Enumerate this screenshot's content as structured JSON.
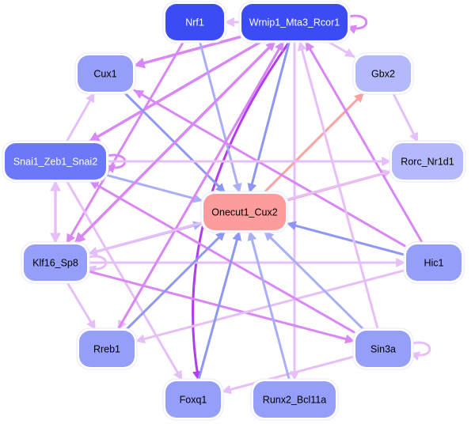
{
  "title": "Gene regulatory network",
  "colors": {
    "node_dark": "#3b4cf5",
    "node_mid": "#6b78f7",
    "node_light": "#959ef8",
    "node_lighter": "#b3b9fa",
    "node_target": "#fc9c9c",
    "edge_blue": "#8e97f5",
    "edge_blue_light": "#a9aff7",
    "edge_purple": "#d987f5",
    "edge_purple_light": "#e7bff8",
    "edge_magenta": "#b23cf0",
    "edge_red": "#f9a2a2",
    "border": "#e6e8ff"
  },
  "nodes": [
    {
      "id": "Nrf1",
      "label": "Nrf1",
      "fill": "node_dark",
      "text": "#ffffff"
    },
    {
      "id": "Wrnip1",
      "label": "Wrnip1_Mta3_Rcor1",
      "fill": "node_dark",
      "text": "#ffffff"
    },
    {
      "id": "Cux1",
      "label": "Cux1",
      "fill": "node_light",
      "text": "#000000"
    },
    {
      "id": "Gbx2",
      "label": "Gbx2",
      "fill": "node_lighter",
      "text": "#000000"
    },
    {
      "id": "Snai1",
      "label": "Snai1_Zeb1_Snai2",
      "fill": "node_mid",
      "text": "#ffffff"
    },
    {
      "id": "Rorc",
      "label": "Rorc_Nr1d1",
      "fill": "node_lighter",
      "text": "#000000"
    },
    {
      "id": "Onecut1",
      "label": "Onecut1_Cux2",
      "fill": "node_target",
      "text": "#000000"
    },
    {
      "id": "Klf16",
      "label": "Klf16_Sp8",
      "fill": "node_light",
      "text": "#000000"
    },
    {
      "id": "Hic1",
      "label": "Hic1",
      "fill": "node_light",
      "text": "#000000"
    },
    {
      "id": "Rreb1",
      "label": "Rreb1",
      "fill": "node_light",
      "text": "#000000"
    },
    {
      "id": "Sin3a",
      "label": "Sin3a",
      "fill": "node_light",
      "text": "#000000"
    },
    {
      "id": "Foxq1",
      "label": "Foxq1",
      "fill": "node_light",
      "text": "#000000"
    },
    {
      "id": "Runx2",
      "label": "Runx2_Bcl11a",
      "fill": "node_light",
      "text": "#000000"
    }
  ],
  "edges": [
    {
      "from": "Wrnip1",
      "to": "Nrf1",
      "color": "edge_purple_light",
      "weight": 3
    },
    {
      "from": "Wrnip1",
      "to": "Wrnip1",
      "color": "edge_purple",
      "weight": 3,
      "self": true
    },
    {
      "from": "Wrnip1",
      "to": "Cux1",
      "color": "edge_purple",
      "weight": 3.5
    },
    {
      "from": "Wrnip1",
      "to": "Gbx2",
      "color": "edge_purple_light",
      "weight": 3
    },
    {
      "from": "Wrnip1",
      "to": "Snai1",
      "color": "edge_purple",
      "weight": 3.5
    },
    {
      "from": "Wrnip1",
      "to": "Klf16",
      "color": "edge_purple",
      "weight": 3.5
    },
    {
      "from": "Wrnip1",
      "to": "Rreb1",
      "color": "edge_purple_light",
      "weight": 3
    },
    {
      "from": "Wrnip1",
      "to": "Foxq1",
      "color": "edge_magenta",
      "weight": 3
    },
    {
      "from": "Wrnip1",
      "to": "Runx2",
      "color": "edge_purple_light",
      "weight": 3
    },
    {
      "from": "Wrnip1",
      "to": "Onecut1",
      "color": "edge_blue",
      "weight": 3
    },
    {
      "from": "Nrf1",
      "to": "Onecut1",
      "color": "edge_blue_light",
      "weight": 3
    },
    {
      "from": "Nrf1",
      "to": "Klf16",
      "color": "edge_purple",
      "weight": 3
    },
    {
      "from": "Cux1",
      "to": "Onecut1",
      "color": "edge_blue",
      "weight": 3
    },
    {
      "from": "Gbx2",
      "to": "Rorc",
      "color": "edge_purple_light",
      "weight": 3
    },
    {
      "from": "Snai1",
      "to": "Snai1",
      "color": "edge_purple",
      "weight": 3,
      "self": true
    },
    {
      "from": "Snai1",
      "to": "Cux1",
      "color": "edge_purple_light",
      "weight": 3
    },
    {
      "from": "Snai1",
      "to": "Onecut1",
      "color": "edge_blue_light",
      "weight": 3
    },
    {
      "from": "Snai1",
      "to": "Klf16",
      "color": "edge_purple_light",
      "weight": 3.5,
      "bidir": true
    },
    {
      "from": "Snai1",
      "to": "Foxq1",
      "color": "edge_purple_light",
      "weight": 3
    },
    {
      "from": "Onecut1",
      "to": "Gbx2",
      "color": "edge_red",
      "weight": 3
    },
    {
      "from": "Onecut1",
      "to": "Rorc",
      "color": "edge_red",
      "weight": 3
    },
    {
      "from": "Klf16",
      "to": "Klf16",
      "color": "edge_purple_light",
      "weight": 3,
      "self": true
    },
    {
      "from": "Klf16",
      "to": "Onecut1",
      "color": "edge_blue_light",
      "weight": 3
    },
    {
      "from": "Klf16",
      "to": "Rorc",
      "color": "edge_purple_light",
      "weight": 3
    },
    {
      "from": "Klf16",
      "to": "Hic1",
      "color": "edge_purple_light",
      "weight": 3
    },
    {
      "from": "Klf16",
      "to": "Sin3a",
      "color": "edge_purple",
      "weight": 3
    },
    {
      "from": "Klf16",
      "to": "Rreb1",
      "color": "edge_purple_light",
      "weight": 3
    },
    {
      "from": "Hic1",
      "to": "Onecut1",
      "color": "edge_blue",
      "weight": 3
    },
    {
      "from": "Hic1",
      "to": "Wrnip1",
      "color": "edge_purple",
      "weight": 3
    },
    {
      "from": "Hic1",
      "to": "Cux1",
      "color": "edge_purple",
      "weight": 3
    },
    {
      "from": "Hic1",
      "to": "Rreb1",
      "color": "edge_purple_light",
      "weight": 3
    },
    {
      "from": "Sin3a",
      "to": "Sin3a",
      "color": "edge_purple_light",
      "weight": 3,
      "self": true
    },
    {
      "from": "Sin3a",
      "to": "Onecut1",
      "color": "edge_blue_light",
      "weight": 3
    },
    {
      "from": "Sin3a",
      "to": "Wrnip1",
      "color": "edge_purple_light",
      "weight": 3
    },
    {
      "from": "Sin3a",
      "to": "Snai1",
      "color": "edge_purple",
      "weight": 3
    },
    {
      "from": "Sin3a",
      "to": "Foxq1",
      "color": "edge_purple_light",
      "weight": 3
    },
    {
      "from": "Rreb1",
      "to": "Onecut1",
      "color": "edge_blue",
      "weight": 3
    },
    {
      "from": "Rreb1",
      "to": "Wrnip1",
      "color": "edge_purple",
      "weight": 3
    },
    {
      "from": "Foxq1",
      "to": "Onecut1",
      "color": "edge_blue",
      "weight": 3
    },
    {
      "from": "Runx2",
      "to": "Onecut1",
      "color": "edge_blue_light",
      "weight": 3
    },
    {
      "from": "Snai1",
      "to": "Rorc",
      "color": "edge_purple_light",
      "weight": 3
    },
    {
      "from": "Klf16",
      "to": "Wrnip1",
      "color": "edge_purple",
      "weight": 3
    },
    {
      "from": "Rorc",
      "to": "Klf16",
      "color": "edge_purple_light",
      "weight": 3
    }
  ]
}
